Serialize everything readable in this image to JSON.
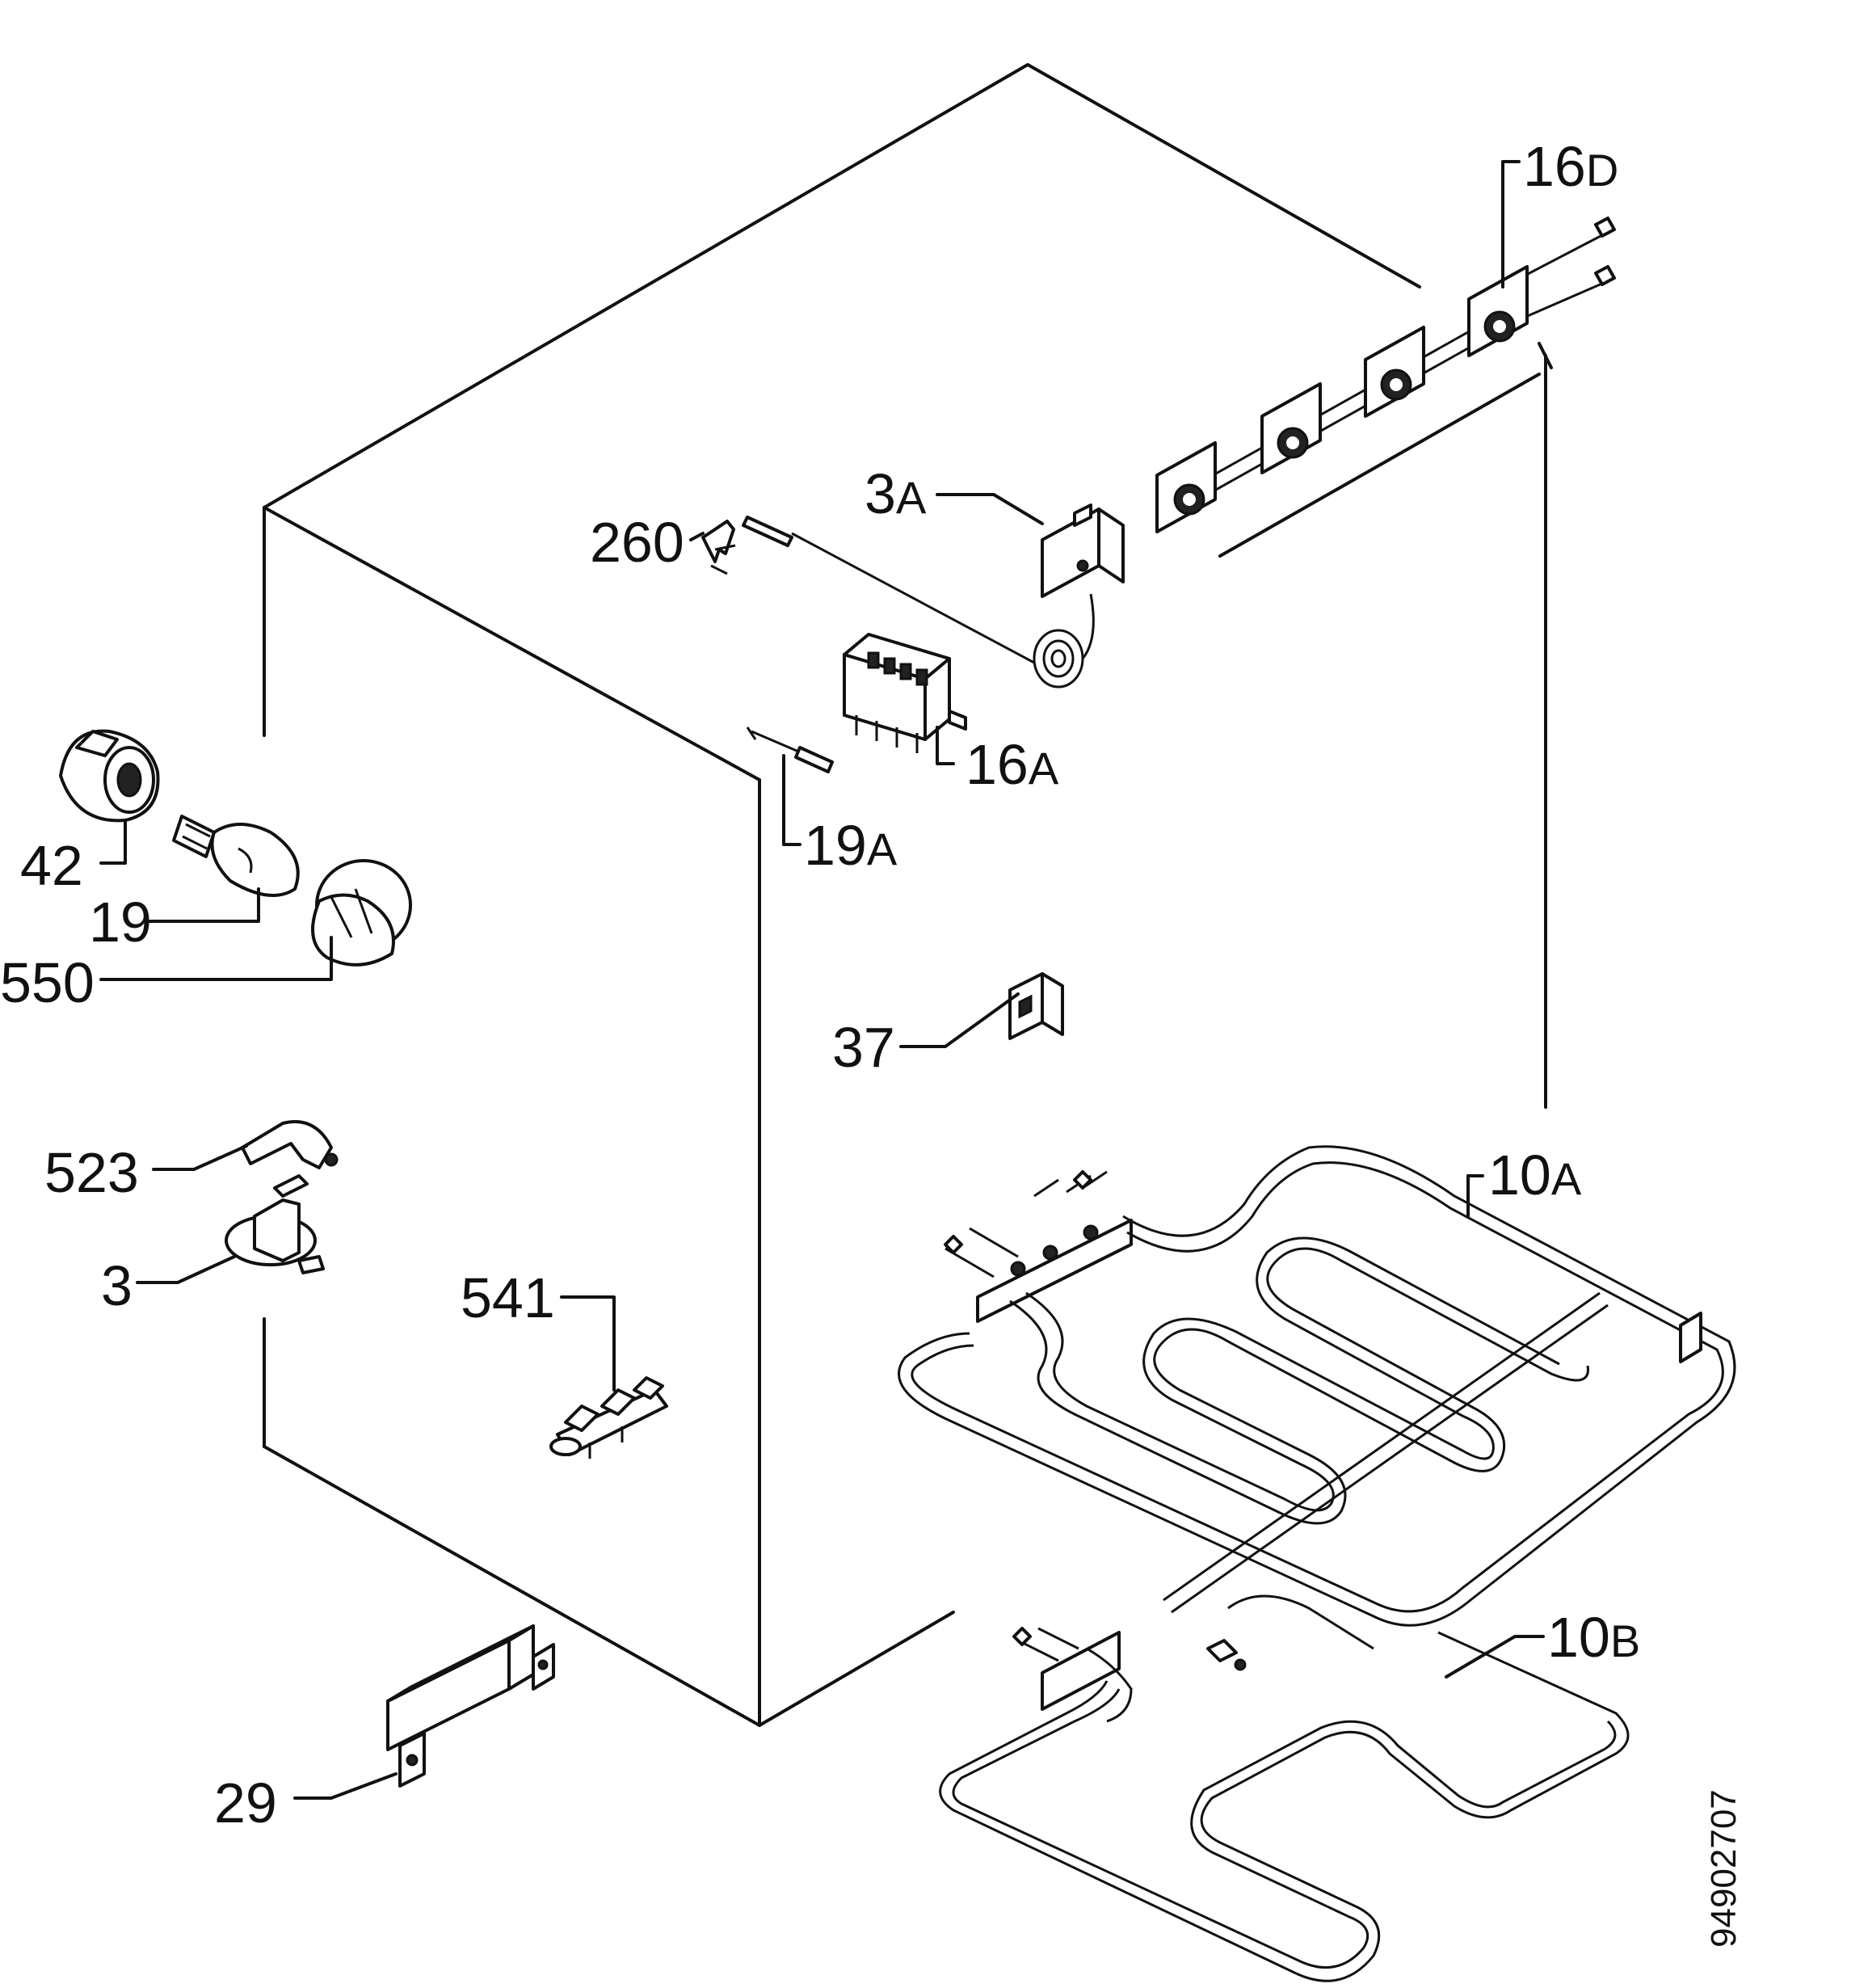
{
  "labels": {
    "p16d": {
      "num": "16",
      "suf": "D"
    },
    "p3a": {
      "num": "3",
      "suf": "A"
    },
    "p260": {
      "num": "260"
    },
    "p16a": {
      "num": "16",
      "suf": "A"
    },
    "p19a": {
      "num": "19",
      "suf": "A"
    },
    "p42": {
      "num": "42"
    },
    "p19": {
      "num": "19"
    },
    "p550": {
      "num": "550"
    },
    "p37": {
      "num": "37"
    },
    "p523": {
      "num": "523"
    },
    "p3": {
      "num": "3"
    },
    "p10a": {
      "num": "10",
      "suf": "A"
    },
    "p541": {
      "num": "541"
    },
    "p10b": {
      "num": "10",
      "suf": "B"
    },
    "p29": {
      "num": "29"
    }
  },
  "drawing_number": "94902707"
}
